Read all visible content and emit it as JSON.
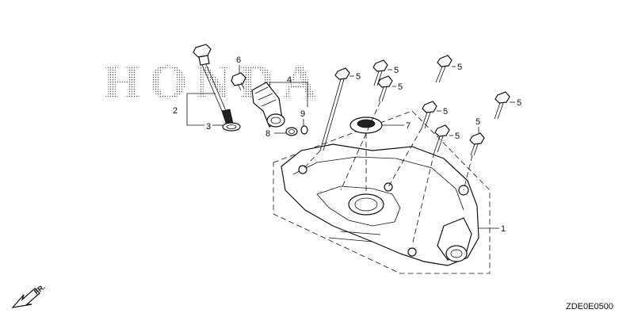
{
  "watermark": "HONDA",
  "diagram_code": "ZDE0E0500",
  "direction_label": "FR.",
  "callouts": {
    "c1": "1",
    "c2": "2",
    "c3": "3",
    "c4": "4",
    "c5a": "5",
    "c5b": "5",
    "c5c": "5",
    "c5d": "5",
    "c5e": "5",
    "c5f": "5",
    "c5g": "5",
    "c5h": "5",
    "c6": "6",
    "c7": "7",
    "c8": "8",
    "c9": "9"
  },
  "colors": {
    "line": "#111111",
    "watermark_dots": "#555555",
    "background": "#ffffff"
  }
}
